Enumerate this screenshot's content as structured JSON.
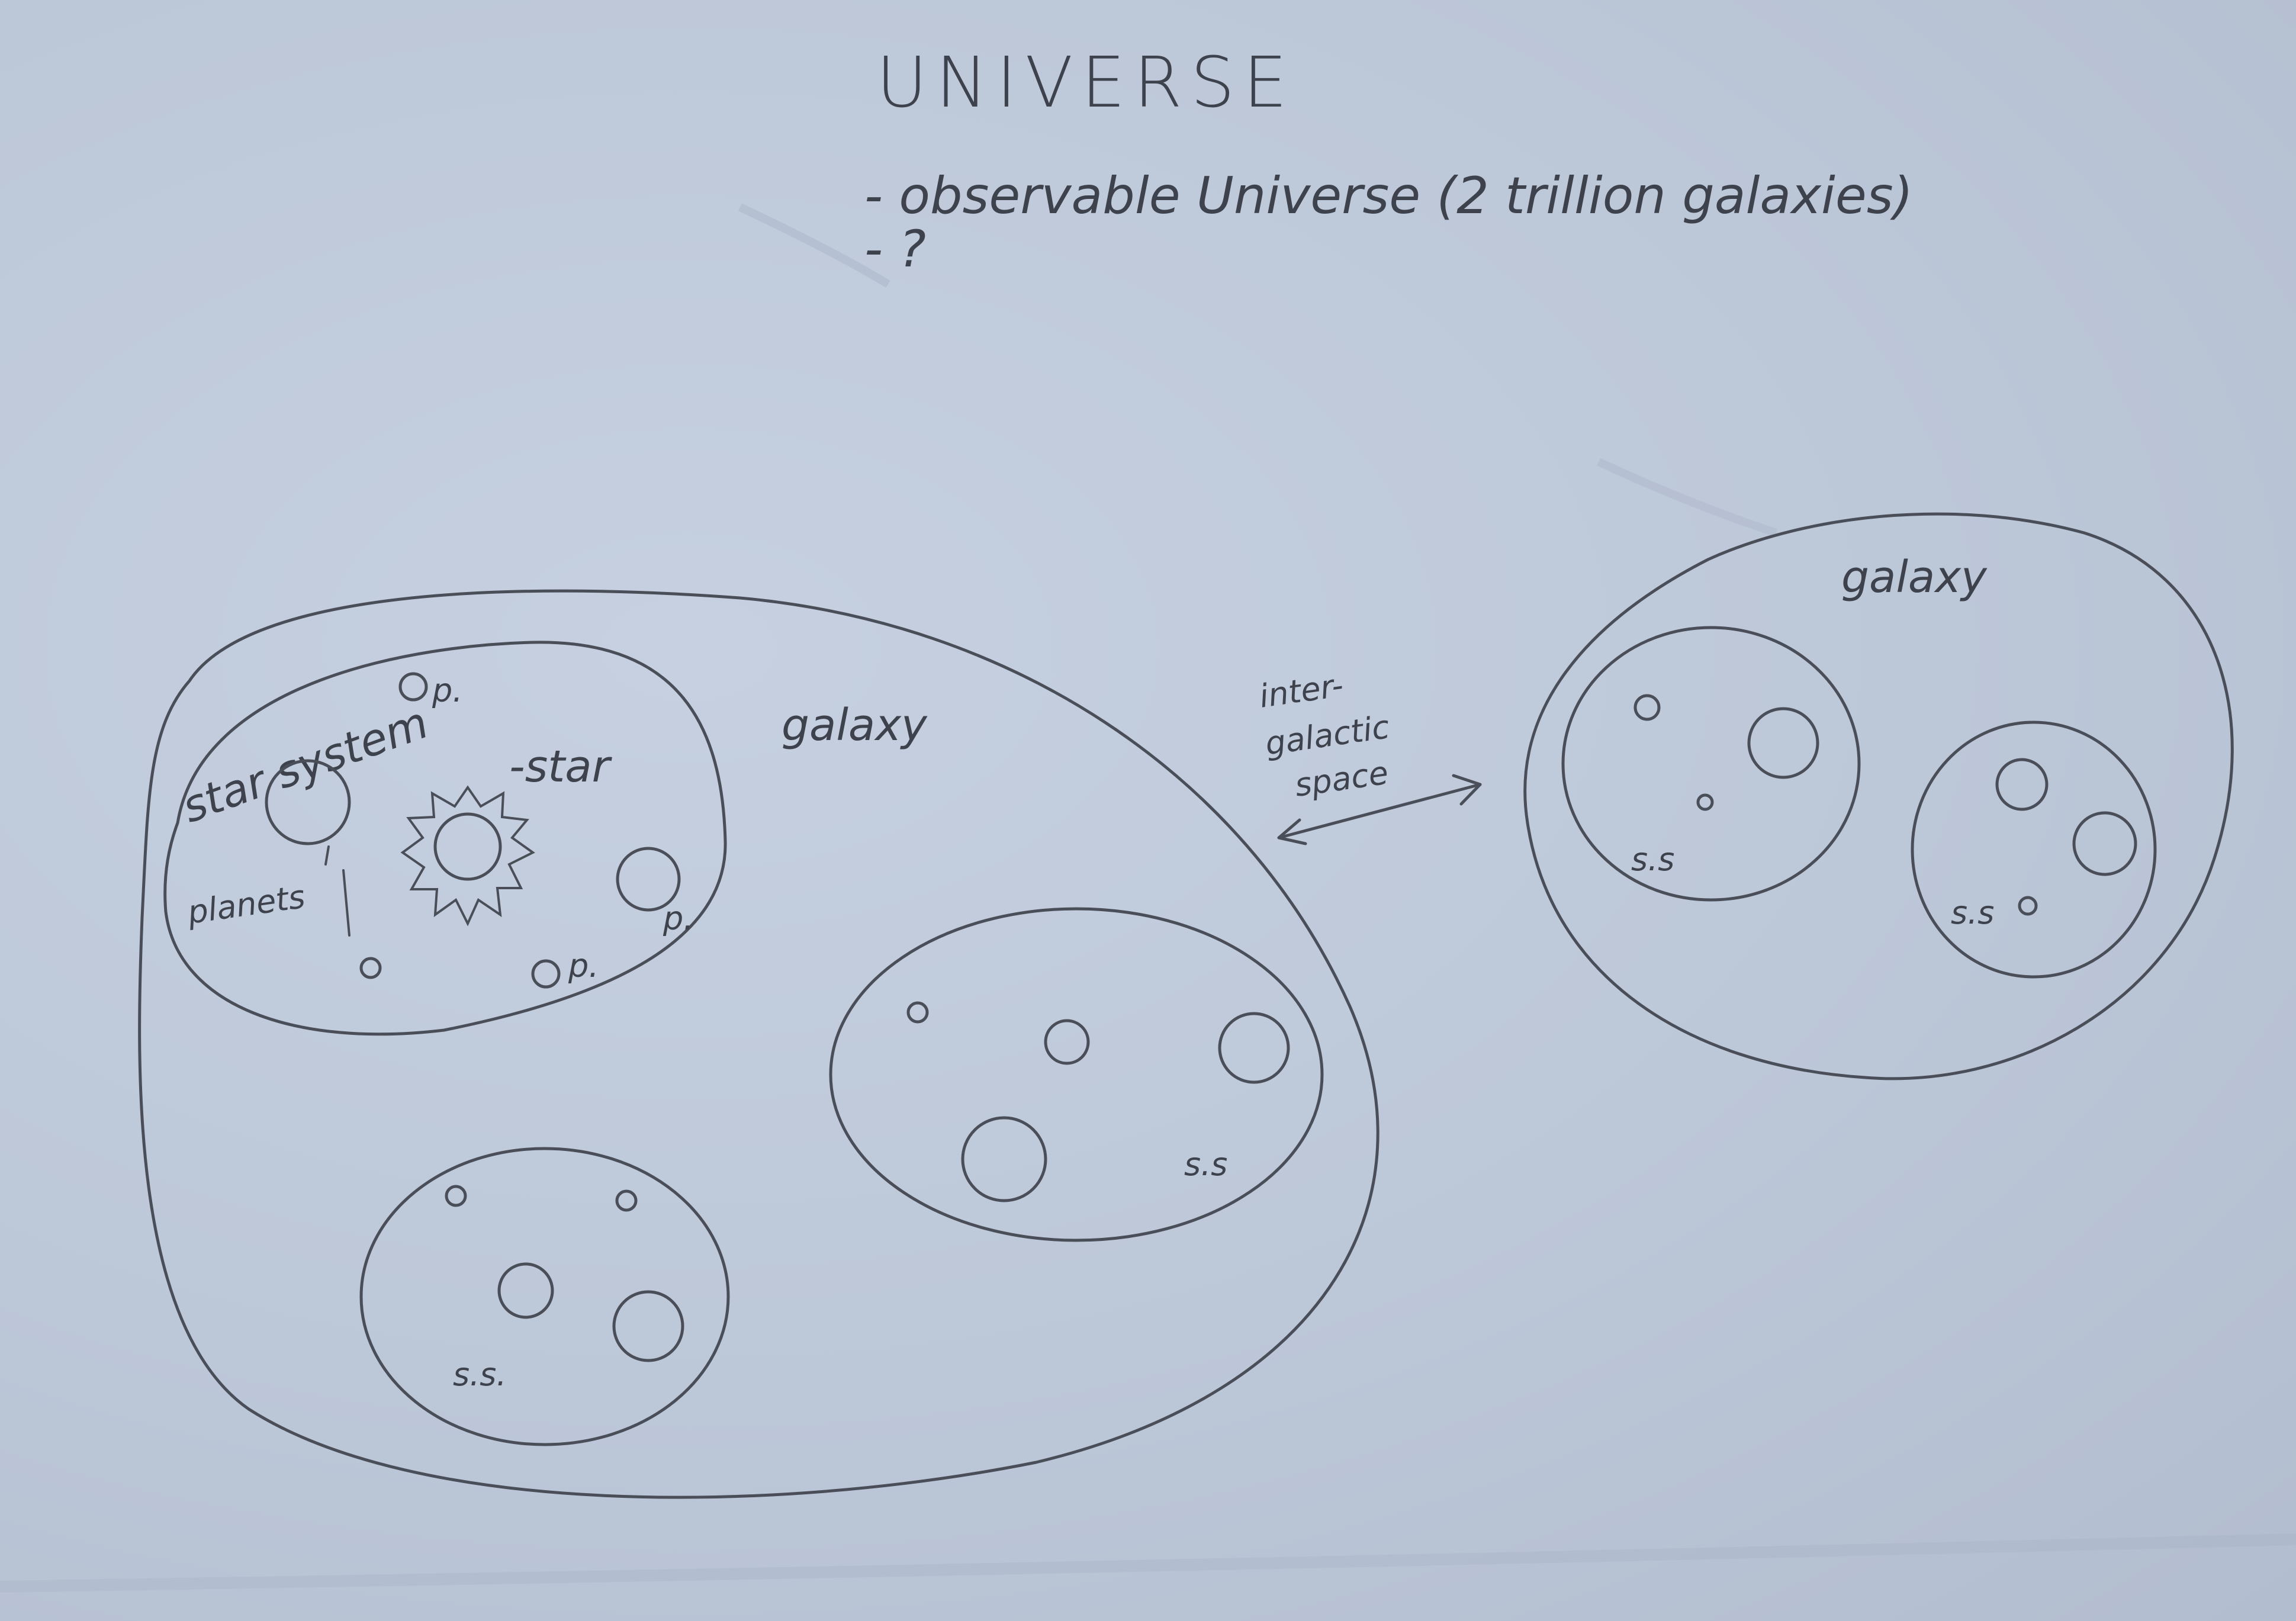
{
  "title": "UNIVERSE",
  "notes": [
    "- observable Universe (2 trillion galaxies)",
    "- ?"
  ],
  "galaxy_left": {
    "label": "galaxy",
    "star_system": {
      "label": "star system",
      "star_label": "-star",
      "planets_label": "planets",
      "planet_marks": [
        "p.",
        "p.",
        "p."
      ]
    },
    "solar_systems": [
      "s.s.",
      "s.s"
    ]
  },
  "intergalactic": {
    "line1": "inter-",
    "line2": "galactic",
    "line3": "space"
  },
  "galaxy_right": {
    "label": "galaxy",
    "solar_systems": [
      "s.s",
      "s.s"
    ]
  }
}
